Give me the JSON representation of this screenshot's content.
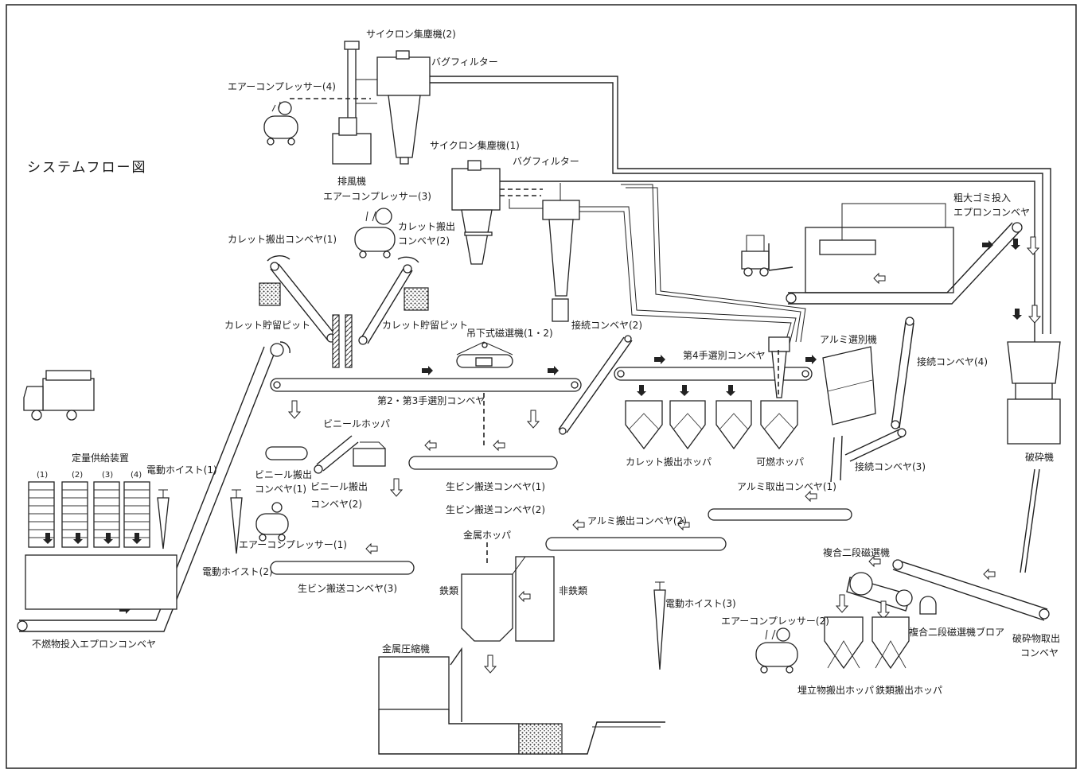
{
  "title": "システムフロー図",
  "labels": {
    "cyclone2": "サイクロン集塵機(2)",
    "bagfilter_top": "バグフィルター",
    "aircomp4": "エアーコンプレッサー(4)",
    "exhaust_fan": "排風機",
    "cyclone1": "サイクロン集塵機(1)",
    "bagfilter_mid": "バグフィルター",
    "aircomp3": "エアーコンプレッサー(3)",
    "cullet_conv1": "カレット搬出コンベヤ(1)",
    "cullet_conv2_a": "カレット搬出",
    "cullet_conv2_b": "コンベヤ(2)",
    "cullet_pit_left": "カレット貯留ピット",
    "cullet_pit_right": "カレット貯留ピット",
    "magsep": "吊下式磁選機(1・2)",
    "connect_conv2": "接続コンベヤ(2)",
    "sort_conv4": "第4手選別コンベヤ",
    "alumi_sep": "アルミ選別機",
    "bulky_a": "粗大ゴミ投入",
    "bulky_b": "エプロンコンベヤ",
    "connect_conv4": "接続コンベヤ(4)",
    "sort_conv23": "第2・第3手選別コンベヤ",
    "vinyl_hopper": "ビニールホッパ",
    "vinyl_conv1_a": "ビニール搬出",
    "vinyl_conv1_b": "コンベヤ(1)",
    "vinyl_conv2_a": "ビニール搬出",
    "vinyl_conv2_b": "コンベヤ(2)",
    "rawbin_conv1": "生ビン搬送コンベヤ(1)",
    "rawbin_conv2": "生ビン搬送コンベヤ(2)",
    "cullet_hopper": "カレット搬出ホッパ",
    "combustible_hopper": "可燃ホッパ",
    "connect_conv3": "接続コンベヤ(3)",
    "crusher": "破砕機",
    "feeder": "定量供給装置",
    "feeder_nums": [
      "(1)",
      "(2)",
      "(3)",
      "(4)"
    ],
    "hoist1": "電動ホイスト(1)",
    "alumi_out1": "アルミ取出コンベヤ(1)",
    "alumi_out2": "アルミ搬出コンベヤ(2)",
    "metal_hopper": "金属ホッパ",
    "aircomp1": "エアーコンプレッサー(1)",
    "hoist2": "電動ホイスト(2)",
    "rawbin_conv3": "生ビン搬送コンベヤ(3)",
    "iron": "鉄類",
    "nonferrous": "非鉄類",
    "combo_mag": "複合二段磁選機",
    "hoist3": "電動ホイスト(3)",
    "aircomp2": "エアーコンプレッサー(2)",
    "combo_blower": "複合二段磁選機ブロア",
    "crushed_out_a": "破砕物取出",
    "crushed_out_b": "コンベヤ",
    "incombustible": "不燃物投入エプロンコンベヤ",
    "metal_press": "金属圧縮機",
    "landfill_hopper": "埋立物搬出ホッパ",
    "iron_hopper": "鉄類搬出ホッパ"
  }
}
